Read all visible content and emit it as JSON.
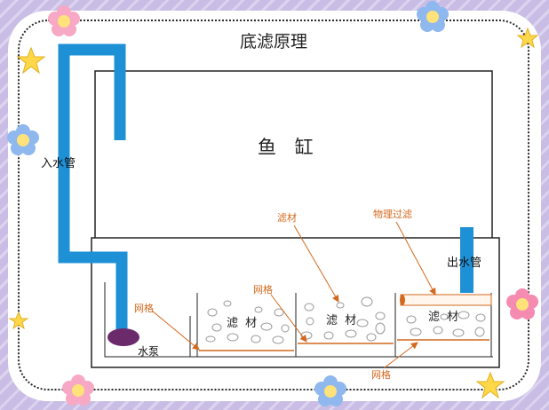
{
  "title": "底滤原理",
  "tank_label": "鱼 缸",
  "inlet_pipe_label": "入水管",
  "outlet_pipe_label": "出水管",
  "pump_label": "水泵",
  "filter_media_labels": [
    "滤 材",
    "滤 材",
    "滤 材"
  ],
  "annotations": {
    "filter_media": "滤材",
    "physical_filter": "物理过滤",
    "grid_left": "网格",
    "grid_middle": "网格",
    "grid_bottom": "网格"
  },
  "colors": {
    "pipe": "#1e90d6",
    "pump": "#6b2b6b",
    "annotation": "#d2691e",
    "frame_background": "#c9bde6"
  },
  "decorations": [
    "flower-icon",
    "star-icon"
  ]
}
